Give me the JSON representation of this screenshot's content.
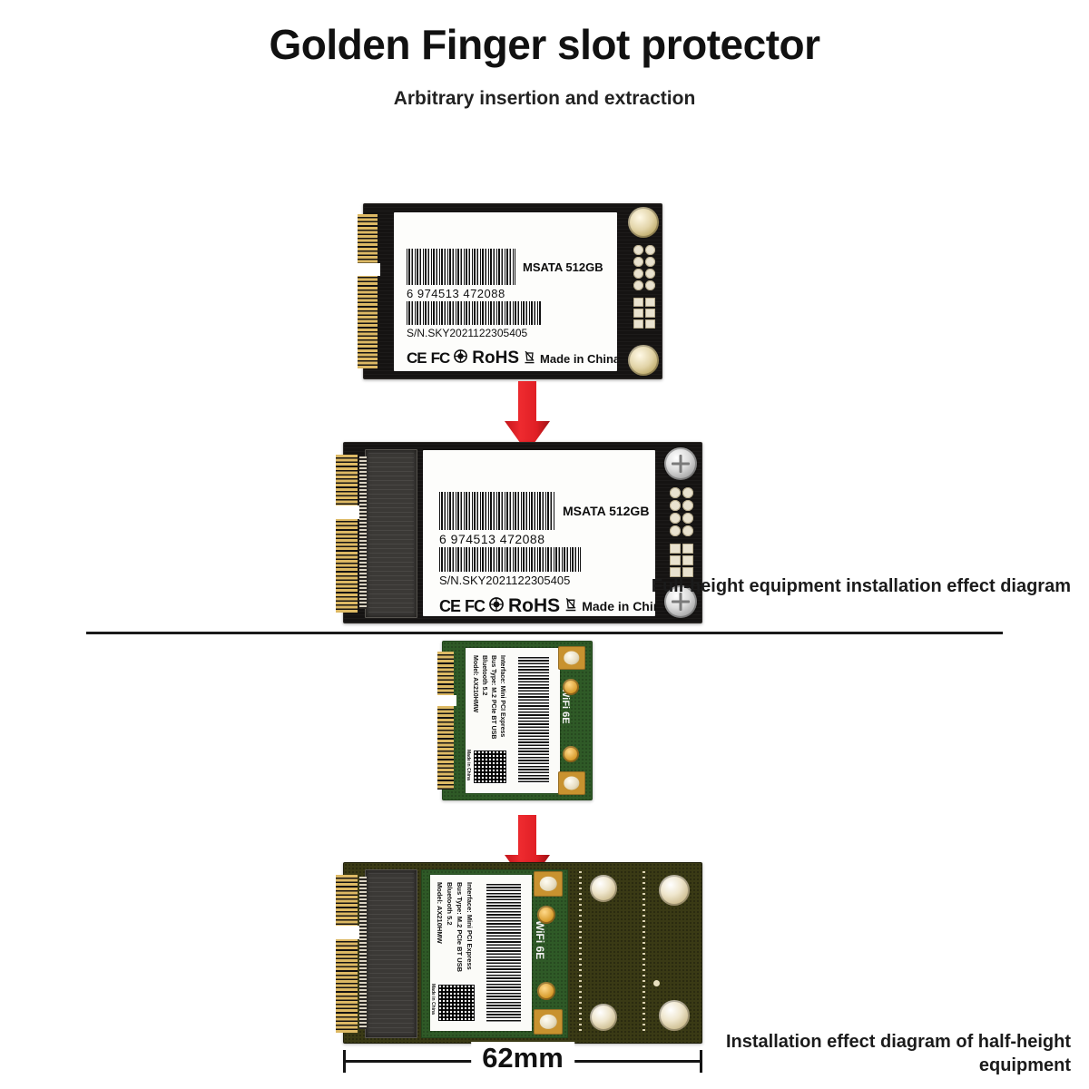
{
  "header": {
    "title": "Golden Finger slot protector",
    "subtitle": "Arbitrary insertion and extraction"
  },
  "captions": {
    "full_height": "Full-height equipment installation effect diagram",
    "half_height": "Installation effect diagram of half-height equipment"
  },
  "dimension": {
    "width_label": "62mm"
  },
  "ssd_label": {
    "model": "MSATA  512GB",
    "barcode_number": "6 974513 472088",
    "serial": "S/N.SKY2021122305405",
    "cert_ce": "CE",
    "cert_fc": "FC",
    "cert_rohs": "RoHS",
    "origin": "Made in China"
  },
  "wifi_label": {
    "model": "Model: AX210HMW",
    "bluetooth": "Bluetooth 5.2",
    "bus_type": "Bus Type: M.2 PCIe BT USB",
    "interface": "Interface: Mini PCI Express",
    "wifi_mark": "WiFi 6E",
    "qr_caption": "Made in China"
  },
  "colors": {
    "arrow_red": "#ec2227",
    "pcb_black": "#151312",
    "pcb_green": "#2f5a27",
    "pcb_olive": "#3a3a15",
    "gold": "#c9a34e",
    "background": "#ffffff"
  },
  "icons": {
    "arrow_down": "down-arrow-icon",
    "rohs_circle": "rohs-circle-icon",
    "weee_bin": "weee-crossed-bin-icon"
  }
}
